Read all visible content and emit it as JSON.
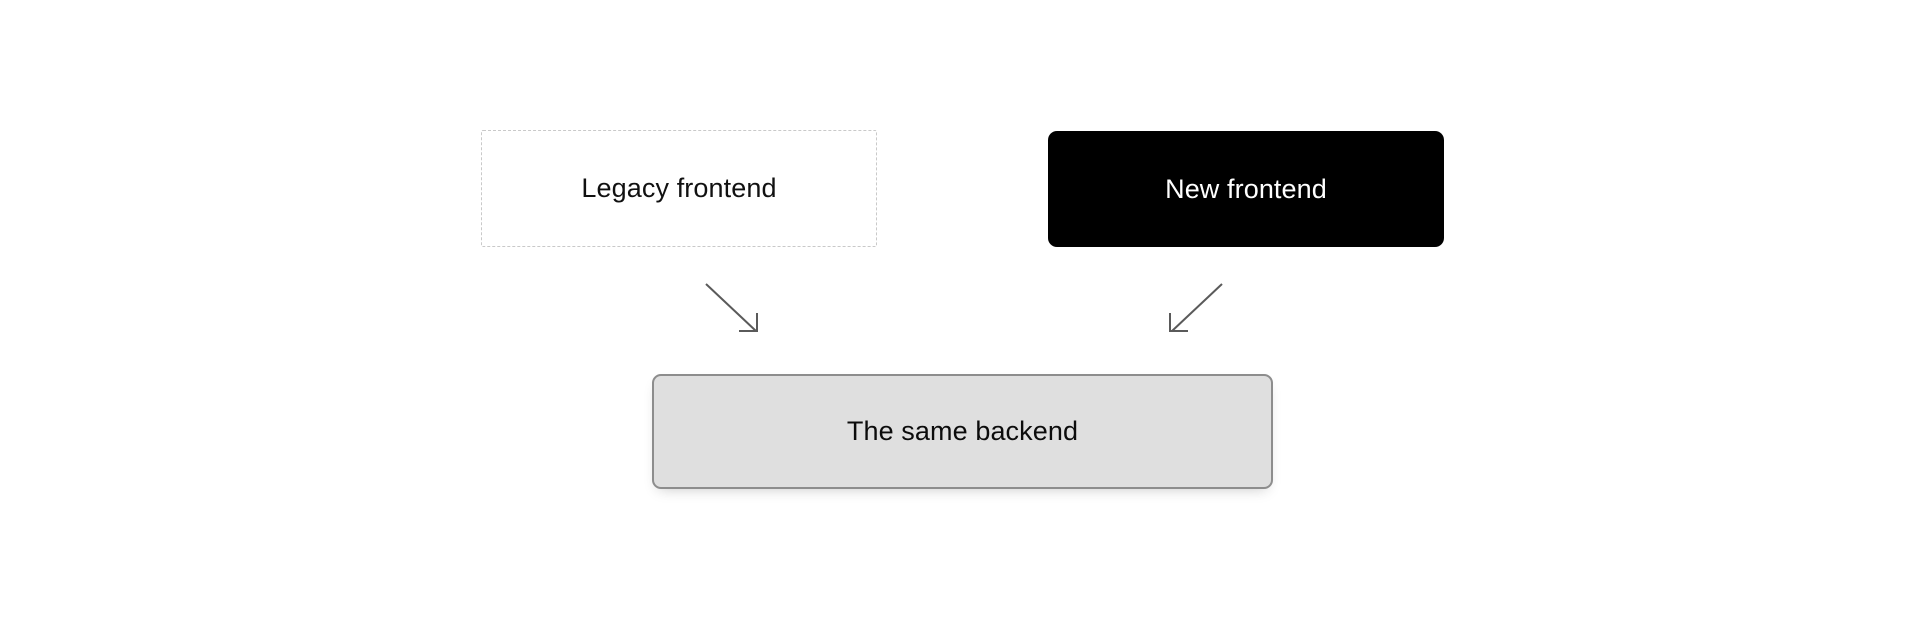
{
  "diagram": {
    "background_color": "#ffffff",
    "nodes": [
      {
        "id": "legacy-frontend",
        "label": "Legacy frontend",
        "style": "dashed-outline",
        "fill": "#ffffff",
        "border_color": "#c9c9c9",
        "text_color": "#111111"
      },
      {
        "id": "new-frontend",
        "label": "New frontend",
        "style": "solid-filled",
        "fill": "#000000",
        "border_color": "#000000",
        "text_color": "#ffffff"
      },
      {
        "id": "same-backend",
        "label": "The same backend",
        "style": "solid-bordered",
        "fill": "#dfdfdf",
        "border_color": "#8d8d8d",
        "text_color": "#0c0c0c"
      }
    ],
    "edges": [
      {
        "id": "legacy-to-backend",
        "from": "legacy-frontend",
        "to": "same-backend",
        "direction": "down-right",
        "color": "#5a5a5a",
        "arrowhead": "open"
      },
      {
        "id": "new-to-backend",
        "from": "new-frontend",
        "to": "same-backend",
        "direction": "down-left",
        "color": "#5a5a5a",
        "arrowhead": "open"
      }
    ]
  }
}
